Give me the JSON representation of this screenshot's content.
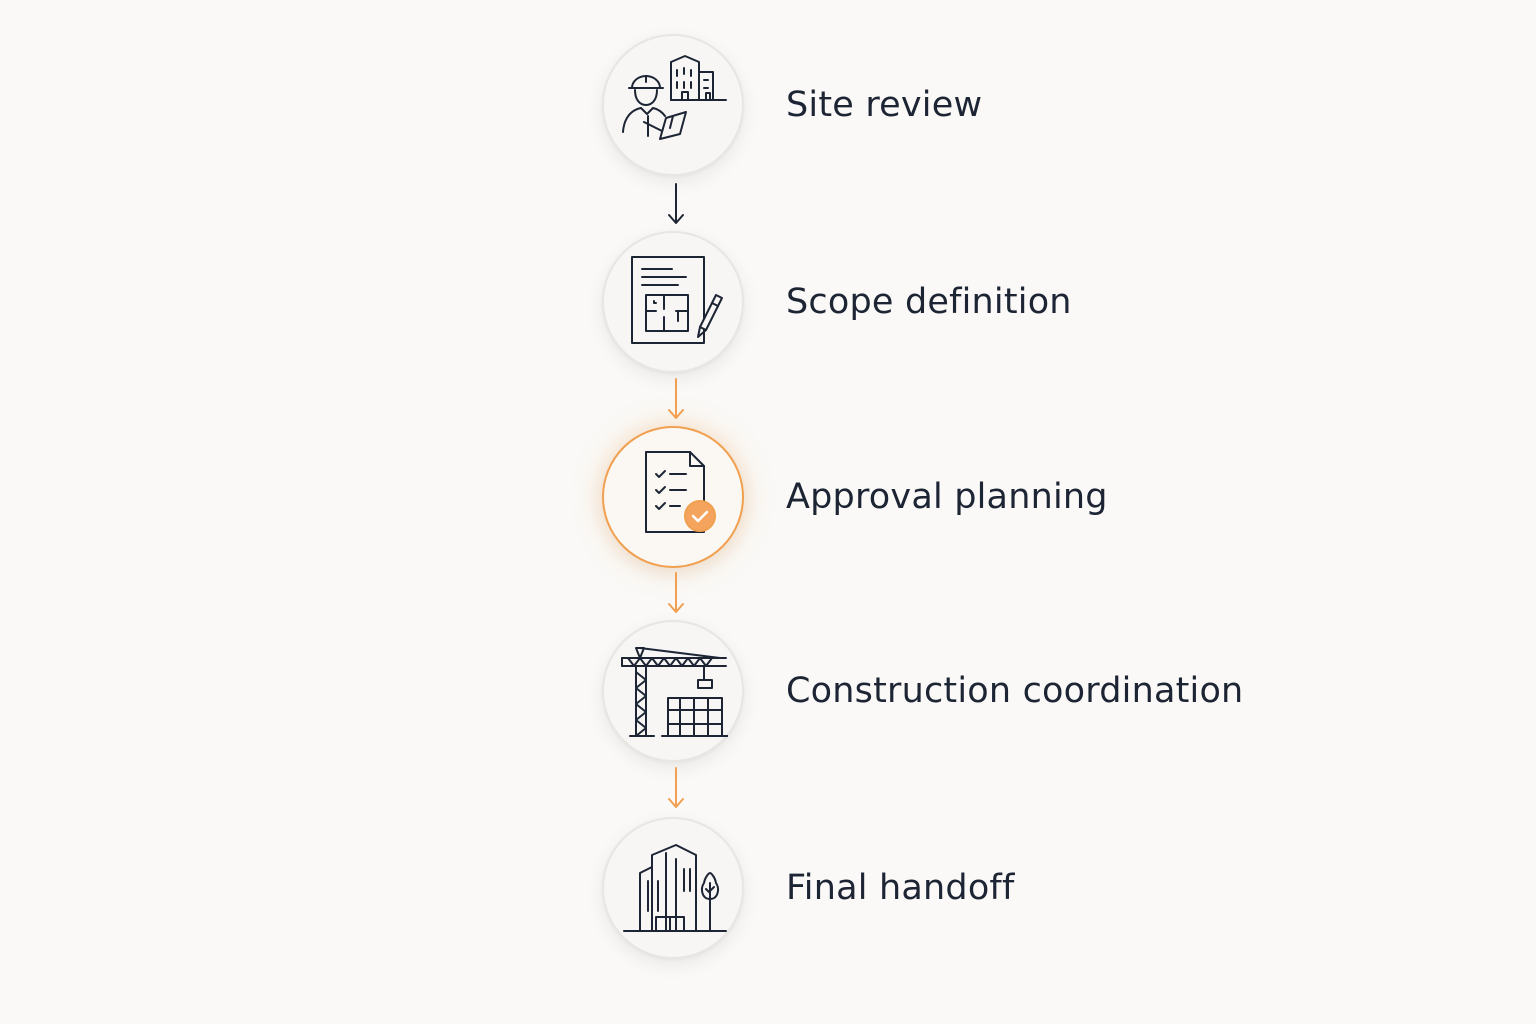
{
  "steps": [
    {
      "id": "site-review",
      "label": "Site review",
      "icon": "inspector-buildings-icon",
      "active": false
    },
    {
      "id": "scope-definition",
      "label": "Scope definition",
      "icon": "blueprint-pencil-icon",
      "active": false
    },
    {
      "id": "approval-planning",
      "label": "Approval planning",
      "icon": "checklist-approved-icon",
      "active": true
    },
    {
      "id": "construction-coordination",
      "label": "Construction coordination",
      "icon": "crane-scaffold-icon",
      "active": false
    },
    {
      "id": "final-handoff",
      "label": "Final handoff",
      "icon": "building-tree-icon",
      "active": false
    }
  ],
  "connectors": [
    {
      "from": "site-review",
      "to": "scope-definition",
      "color": "#1d2535"
    },
    {
      "from": "scope-definition",
      "to": "approval-planning",
      "color": "#f0a050"
    },
    {
      "from": "approval-planning",
      "to": "construction-coordination",
      "color": "#f0a050"
    },
    {
      "from": "construction-coordination",
      "to": "final-handoff",
      "color": "#f0a050"
    }
  ],
  "colors": {
    "background": "#faf9f7",
    "text": "#1d2535",
    "accent": "#f0a050",
    "circle_border": "#e8e6e2"
  }
}
